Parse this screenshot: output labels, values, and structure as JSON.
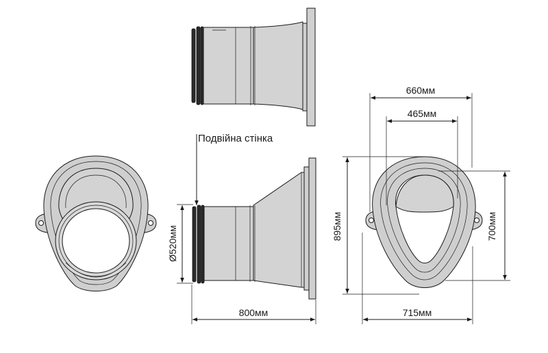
{
  "annotation": {
    "double_wall_label": "Подвійна стінка"
  },
  "dimensions": {
    "length": "800мм",
    "diameter": "Ø520мм",
    "outer_width": "660мм",
    "inner_width": "465мм",
    "height": "895мм",
    "right_height": "700мм",
    "bottom_width": "715мм"
  },
  "colors": {
    "body": "#d3d3d3",
    "gasket": "#2a2a2a",
    "line": "#1a1a1a"
  }
}
